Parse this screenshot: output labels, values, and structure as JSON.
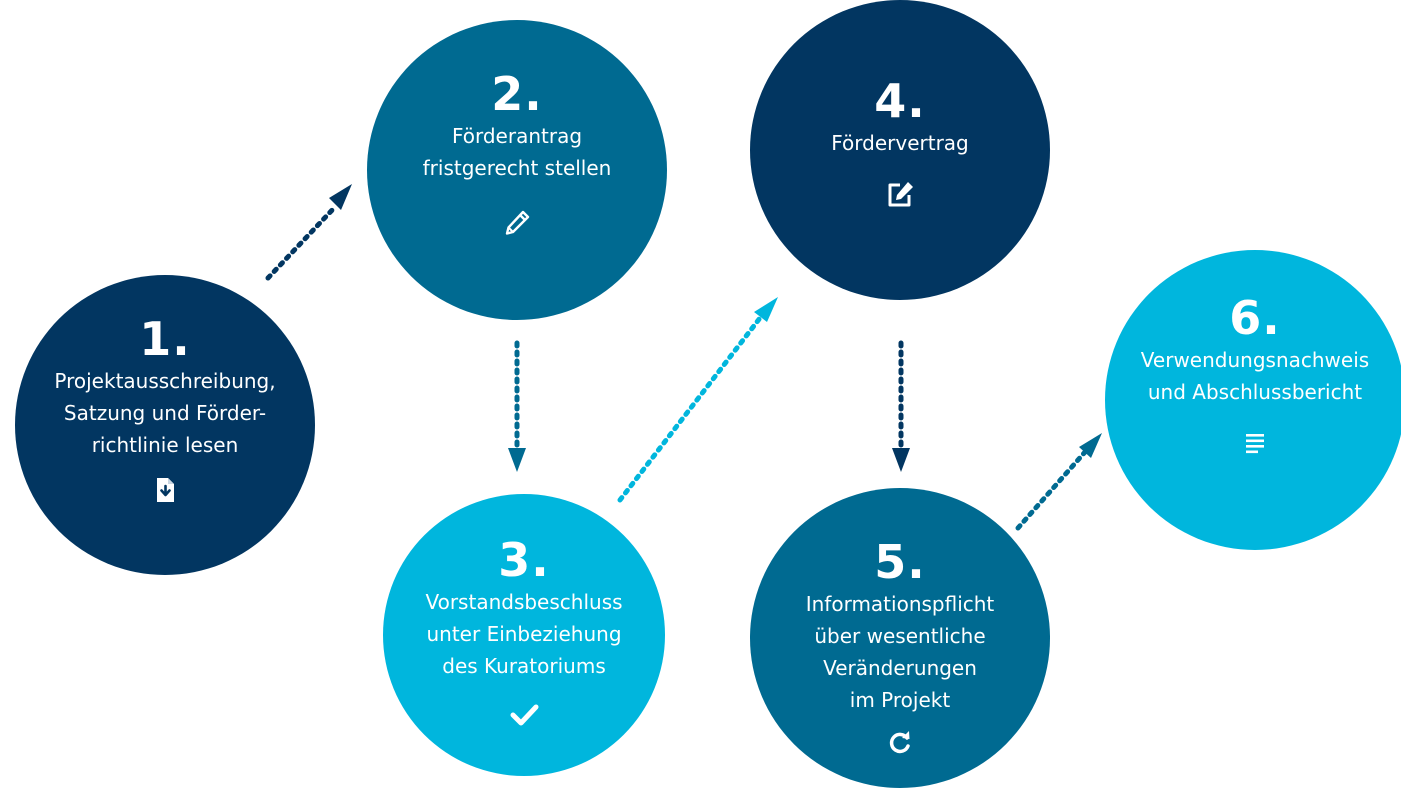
{
  "colors": {
    "dark_navy": "#023661",
    "teal_blue": "#006a91",
    "light_cyan": "#00b6dd"
  },
  "steps": [
    {
      "number": "1.",
      "lines": [
        "Projektausschreibung,",
        "Satzung und Förder-",
        "richtlinie lesen"
      ],
      "icon": "file-download-icon",
      "color": "#023661"
    },
    {
      "number": "2.",
      "lines": [
        "Förderantrag",
        "fristgerecht stellen"
      ],
      "icon": "pencil-icon",
      "color": "#006a91"
    },
    {
      "number": "3.",
      "lines": [
        "Vorstandsbeschluss",
        "unter Einbeziehung",
        "des Kuratoriums"
      ],
      "icon": "checkmark-icon",
      "color": "#00b6dd"
    },
    {
      "number": "4.",
      "lines": [
        "Fördervertrag"
      ],
      "icon": "edit-square-icon",
      "color": "#023661"
    },
    {
      "number": "5.",
      "lines": [
        "Informationspflicht",
        "über wesentliche",
        "Veränderungen",
        "im Projekt"
      ],
      "icon": "redo-icon",
      "color": "#006a91"
    },
    {
      "number": "6.",
      "lines": [
        "Verwendungsnachweis",
        "und Abschlussbericht"
      ],
      "icon": "text-lines-icon",
      "color": "#00b6dd"
    }
  ],
  "connectors": [
    {
      "from": "1.",
      "to": "2.",
      "color": "#023661"
    },
    {
      "from": "2.",
      "to": "3.",
      "color": "#006a91"
    },
    {
      "from": "3.",
      "to": "4.",
      "color": "#00b6dd"
    },
    {
      "from": "4.",
      "to": "5.",
      "color": "#023661"
    },
    {
      "from": "5.",
      "to": "6.",
      "color": "#006a91"
    }
  ]
}
